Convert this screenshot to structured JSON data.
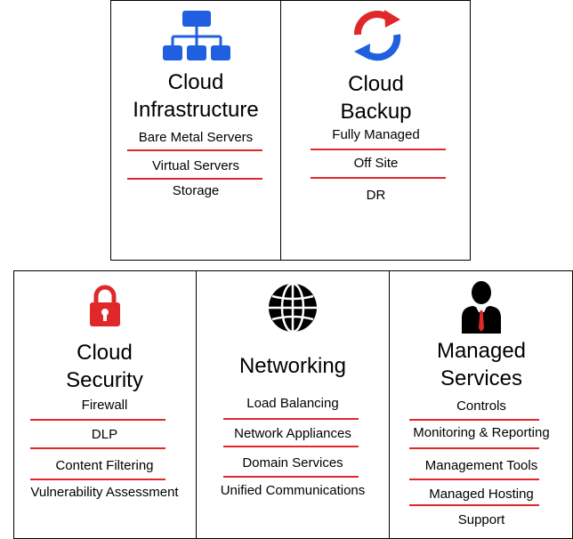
{
  "colors": {
    "accent": "#e0282b",
    "blue": "#1f5fe0",
    "border": "#000000"
  },
  "top_row": [
    {
      "icon": "network-hierarchy-icon",
      "title_lines": [
        "Cloud",
        "Infrastructure"
      ],
      "items": [
        "Bare Metal Servers",
        "Virtual Servers",
        "Storage"
      ]
    },
    {
      "icon": "sync-arrows-icon",
      "title_lines": [
        "Cloud",
        "Backup"
      ],
      "items": [
        "Fully Managed",
        "Off Site",
        "DR"
      ]
    }
  ],
  "bottom_row": [
    {
      "icon": "padlock-icon",
      "title_lines": [
        "Cloud",
        "Security"
      ],
      "items": [
        "Firewall",
        "DLP",
        "Content Filtering",
        "Vulnerability Assessment"
      ]
    },
    {
      "icon": "globe-icon",
      "title_lines": [
        "Networking"
      ],
      "items": [
        "Load Balancing",
        "Network Appliances",
        "Domain Services",
        "Unified Communications"
      ]
    },
    {
      "icon": "businessman-icon",
      "title_lines": [
        "Managed",
        "Services"
      ],
      "items": [
        "Controls",
        "Monitoring & Reporting",
        "Management Tools",
        "Managed Hosting",
        "Support"
      ]
    }
  ]
}
